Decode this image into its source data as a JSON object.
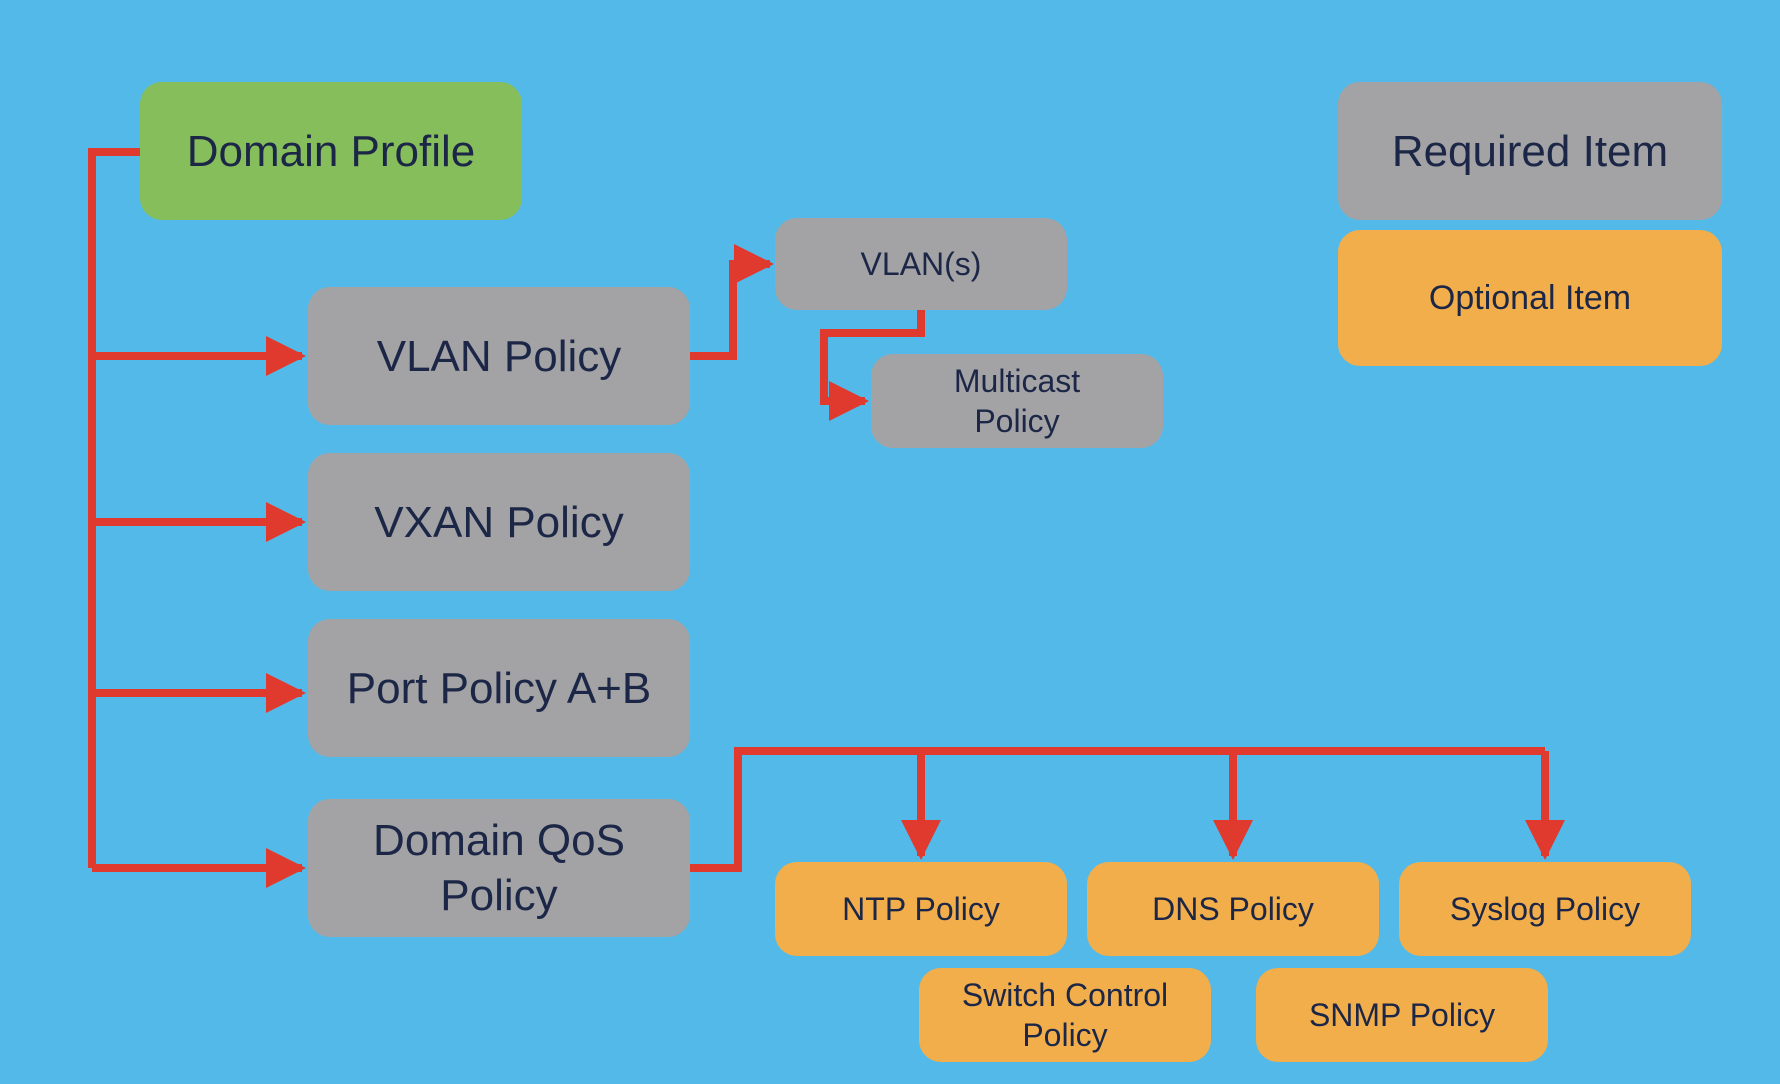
{
  "colors": {
    "background": "#53b9e8",
    "required": "#a3a3a5",
    "optional": "#f2ae4a",
    "root": "#86be5c",
    "connector": "#e03a2e",
    "text": "#1c2747"
  },
  "legend": {
    "required_label": "Required Item",
    "optional_label": "Optional Item"
  },
  "nodes": {
    "domain_profile": "Domain Profile",
    "vlan_policy": "VLAN Policy",
    "vxan_policy": "VXAN Policy",
    "port_policy": "Port Policy A+B",
    "domain_qos_policy": "Domain QoS\nPolicy",
    "vlans": "VLAN(s)",
    "multicast_policy": "Multicast\nPolicy",
    "ntp_policy": "NTP Policy",
    "dns_policy": "DNS Policy",
    "syslog_policy": "Syslog Policy",
    "switch_control_policy": "Switch Control\nPolicy",
    "snmp_policy": "SNMP Policy"
  }
}
